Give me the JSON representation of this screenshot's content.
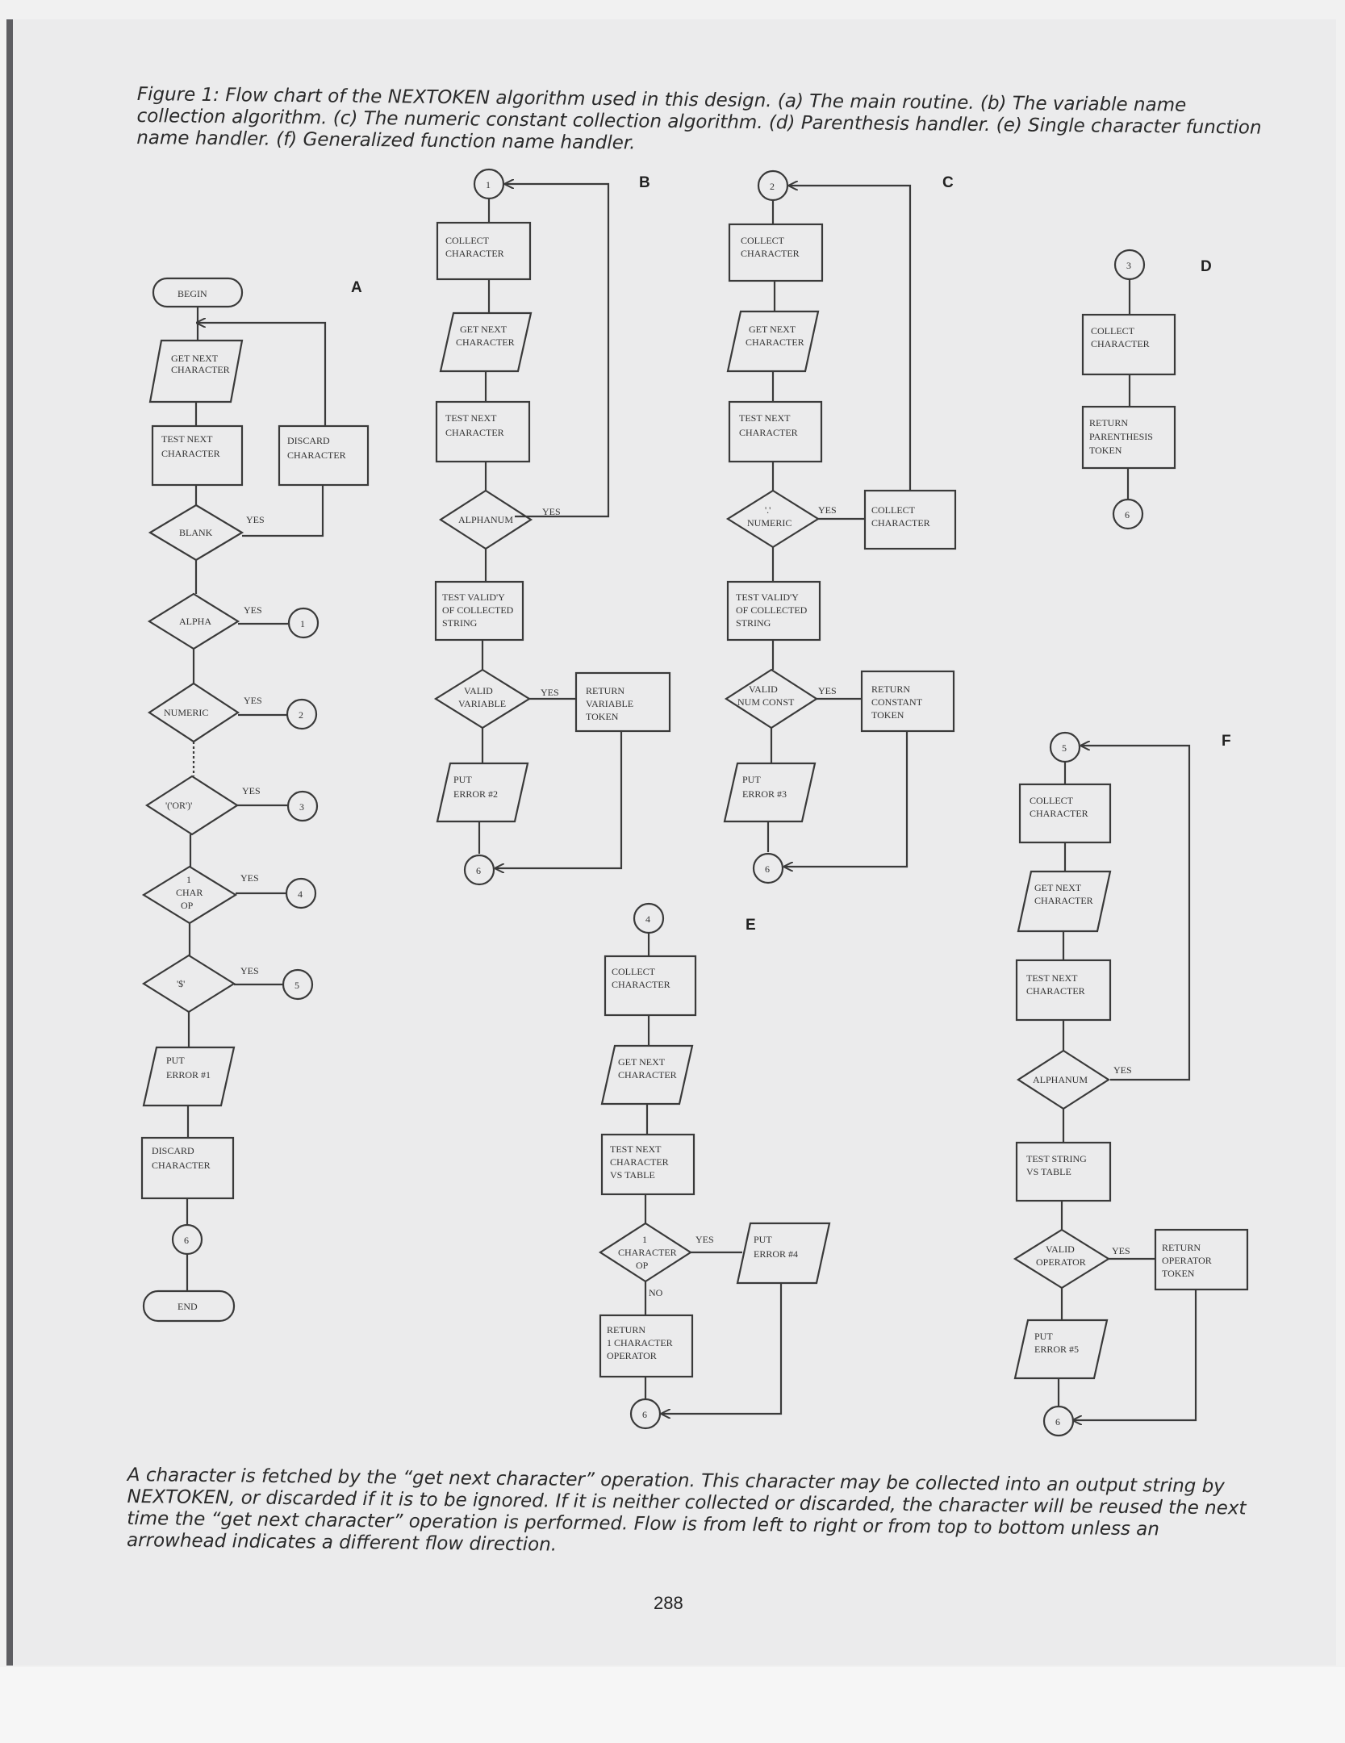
{
  "figure_caption": "Figure 1: Flow chart of the NEXTOKEN algorithm used in this design. (a) The main routine. (b) The variable name collection algorithm. (c) The numeric constant collection algorithm. (d) Parenthesis handler. (e) Single character function name handler. (f) Generalized function name handler.",
  "footer_note": "A character is fetched by the “get next character” operation. This character may be collected into an output string by NEXTOKEN, or discarded if it is to be ignored. If it is neither collected or discarded, the character will be reused the next time the “get next character” operation is performed. Flow is from left to right or from top to bottom unless an arrowhead indicates a different flow direction.",
  "page_number": "288",
  "sections": {
    "a": {
      "letter": "A",
      "begin": "BEGIN",
      "get_next": [
        "GET NEXT",
        "CHARACTER"
      ],
      "test_next": [
        "TEST NEXT",
        "CHARACTER"
      ],
      "discard_top": [
        "DISCARD",
        "CHARACTER"
      ],
      "blank": "BLANK",
      "alpha": "ALPHA",
      "numeric": "NUMERIC",
      "paren": "'('OR')'",
      "char_op": [
        "1",
        "CHAR",
        "OP"
      ],
      "dollar": "'$'",
      "yes": "YES",
      "c1": "1",
      "c2": "2",
      "c3": "3",
      "c4": "4",
      "c5": "5",
      "put_error": [
        "PUT",
        "ERROR #1"
      ],
      "discard_bottom": [
        "DISCARD",
        "CHARACTER"
      ],
      "c6": "6",
      "end": "END"
    },
    "b": {
      "letter": "B",
      "c1": "1",
      "collect": [
        "COLLECT",
        "CHARACTER"
      ],
      "get_next": [
        "GET NEXT",
        "CHARACTER"
      ],
      "test_next": [
        "TEST NEXT",
        "CHARACTER"
      ],
      "alphanum": "ALPHANUM",
      "yes": "YES",
      "test_valid": [
        "TEST VALID'Y",
        "OF COLLECTED",
        "STRING"
      ],
      "valid_var": [
        "VALID",
        "VARIABLE"
      ],
      "yes2": "YES",
      "return_var": [
        "RETURN",
        "VARIABLE",
        "TOKEN"
      ],
      "put_error": [
        "PUT",
        "ERROR #2"
      ],
      "c6": "6"
    },
    "c": {
      "letter": "C",
      "c2": "2",
      "collect": [
        "COLLECT",
        "CHARACTER"
      ],
      "get_next": [
        "GET NEXT",
        "CHARACTER"
      ],
      "test_next": [
        "TEST NEXT",
        "CHARACTER"
      ],
      "dot_numeric": [
        "'.'",
        "NUMERIC"
      ],
      "yes": "YES",
      "collect_side": [
        "COLLECT",
        "CHARACTER"
      ],
      "test_valid": [
        "TEST VALID'Y",
        "OF COLLECTED",
        "STRING"
      ],
      "valid_num": [
        "VALID",
        "NUM CONST"
      ],
      "yes2": "YES",
      "return_const": [
        "RETURN",
        "CONSTANT",
        "TOKEN"
      ],
      "put_error": [
        "PUT",
        "ERROR #3"
      ],
      "c6": "6"
    },
    "d": {
      "letter": "D",
      "c3": "3",
      "collect": [
        "COLLECT",
        "CHARACTER"
      ],
      "return_paren": [
        "RETURN",
        "PARENTHESIS",
        "TOKEN"
      ],
      "c6": "6"
    },
    "e": {
      "letter": "E",
      "c4": "4",
      "collect": [
        "COLLECT",
        "CHARACTER"
      ],
      "get_next": [
        "GET NEXT",
        "CHARACTER"
      ],
      "test_next": [
        "TEST NEXT",
        "CHARACTER",
        "VS TABLE"
      ],
      "char_op": [
        "1",
        "CHARACTER",
        "OP"
      ],
      "yes": "YES",
      "no": "NO",
      "put_error": [
        "PUT",
        "ERROR #4"
      ],
      "return_op": [
        "RETURN",
        "1 CHARACTER",
        "OPERATOR"
      ],
      "c6": "6"
    },
    "f": {
      "letter": "F",
      "c5": "5",
      "collect": [
        "COLLECT",
        "CHARACTER"
      ],
      "get_next": [
        "GET NEXT",
        "CHARACTER"
      ],
      "test_next": [
        "TEST NEXT",
        "CHARACTER"
      ],
      "alphanum": "ALPHANUM",
      "yes": "YES",
      "test_string": [
        "TEST STRING",
        "VS TABLE"
      ],
      "valid_op": [
        "VALID",
        "OPERATOR"
      ],
      "yes2": "YES",
      "return_op": [
        "RETURN",
        "OPERATOR",
        "TOKEN"
      ],
      "put_error": [
        "PUT",
        "ERROR #5"
      ],
      "c6": "6"
    }
  }
}
